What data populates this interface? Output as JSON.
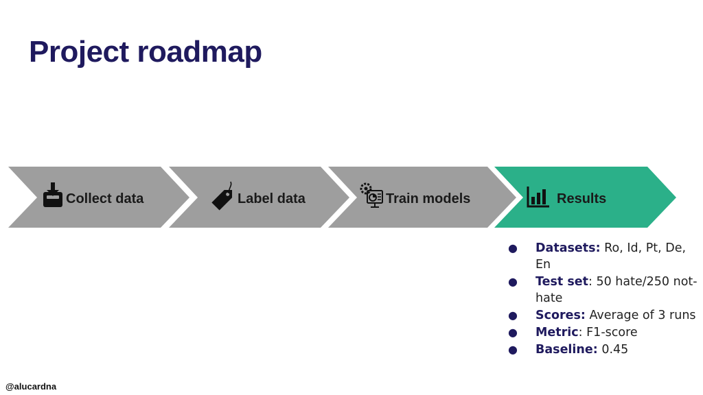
{
  "title": "Project roadmap",
  "steps": [
    {
      "label": "Collect data",
      "icon": "inbox-download-icon",
      "color": "#9e9e9e"
    },
    {
      "label": "Label data",
      "icon": "tag-icon",
      "color": "#9e9e9e"
    },
    {
      "label": "Train models",
      "icon": "gear-chart-icon",
      "color": "#9e9e9e"
    },
    {
      "label": "Results",
      "icon": "bar-chart-icon",
      "color": "#2bb089"
    }
  ],
  "details": [
    {
      "bullet": "●",
      "key": "Datasets:",
      "value": " Ro, Id, Pt, De, En"
    },
    {
      "bullet": "●",
      "key": "Test set",
      "value": ": 50 hate/250 not-hate"
    },
    {
      "bullet": "●",
      "key": "Scores:",
      "value": " Average of 3 runs"
    },
    {
      "bullet": "●",
      "key": "Metric",
      "value": ": F1-score"
    },
    {
      "bullet": "●",
      "key": "Baseline:",
      "value": " 0.45"
    }
  ],
  "handle": "@alucardna"
}
